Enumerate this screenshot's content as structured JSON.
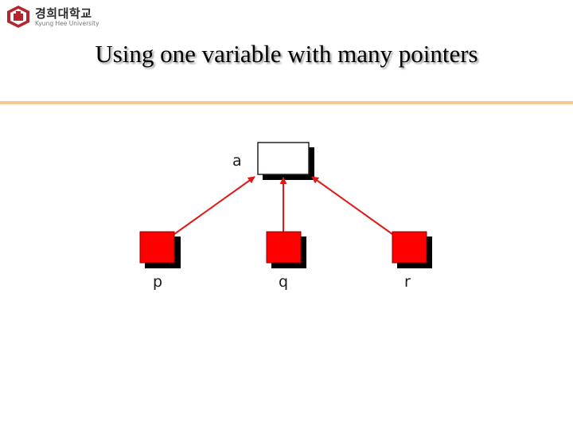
{
  "logo": {
    "korean_name": "경희대학교",
    "english_name": "Kyung Hee University"
  },
  "slide": {
    "title": "Using one variable with many pointers"
  },
  "diagram": {
    "variable": {
      "label": "a"
    },
    "pointers": [
      {
        "label": "p"
      },
      {
        "label": "q"
      },
      {
        "label": "r"
      }
    ]
  },
  "colors": {
    "pointer_fill": "#ff0000",
    "arrow": "#e01818",
    "shadow": "#000000",
    "rule": "#f7c890",
    "logo_crest": "#b3262d"
  }
}
